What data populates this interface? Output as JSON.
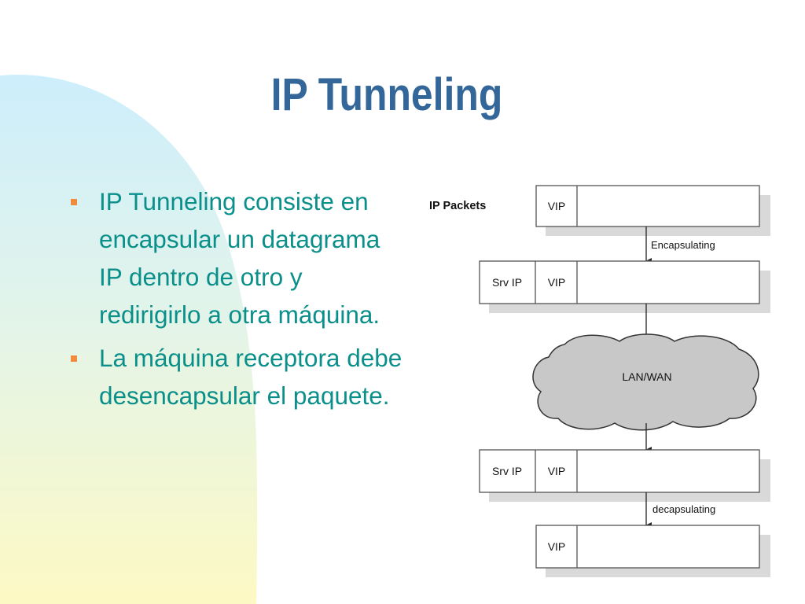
{
  "slide": {
    "title": "IP Tunneling",
    "bullets": [
      "IP Tunneling consiste en encapsular un datagrama IP dentro de otro y redirigirlo a otra máquina.",
      "La máquina receptora debe desencapsular el paquete."
    ]
  },
  "diagram": {
    "row_label": "IP Packets",
    "packets": [
      {
        "fields": [
          "VIP"
        ]
      },
      {
        "fields": [
          "Srv IP",
          "VIP"
        ]
      },
      {
        "fields": [
          "Srv IP",
          "VIP"
        ]
      },
      {
        "fields": [
          "VIP"
        ]
      }
    ],
    "cloud_label": "LAN/WAN",
    "steps": [
      "Encapsulating",
      "decapsulating"
    ]
  },
  "colors": {
    "title": "#336699",
    "body_text": "#0a8f8a",
    "bullet": "#f08a3c",
    "background_top": "#cdeefc",
    "background_bottom": "#fdf9c4",
    "cloud": "#c8c8c8"
  }
}
